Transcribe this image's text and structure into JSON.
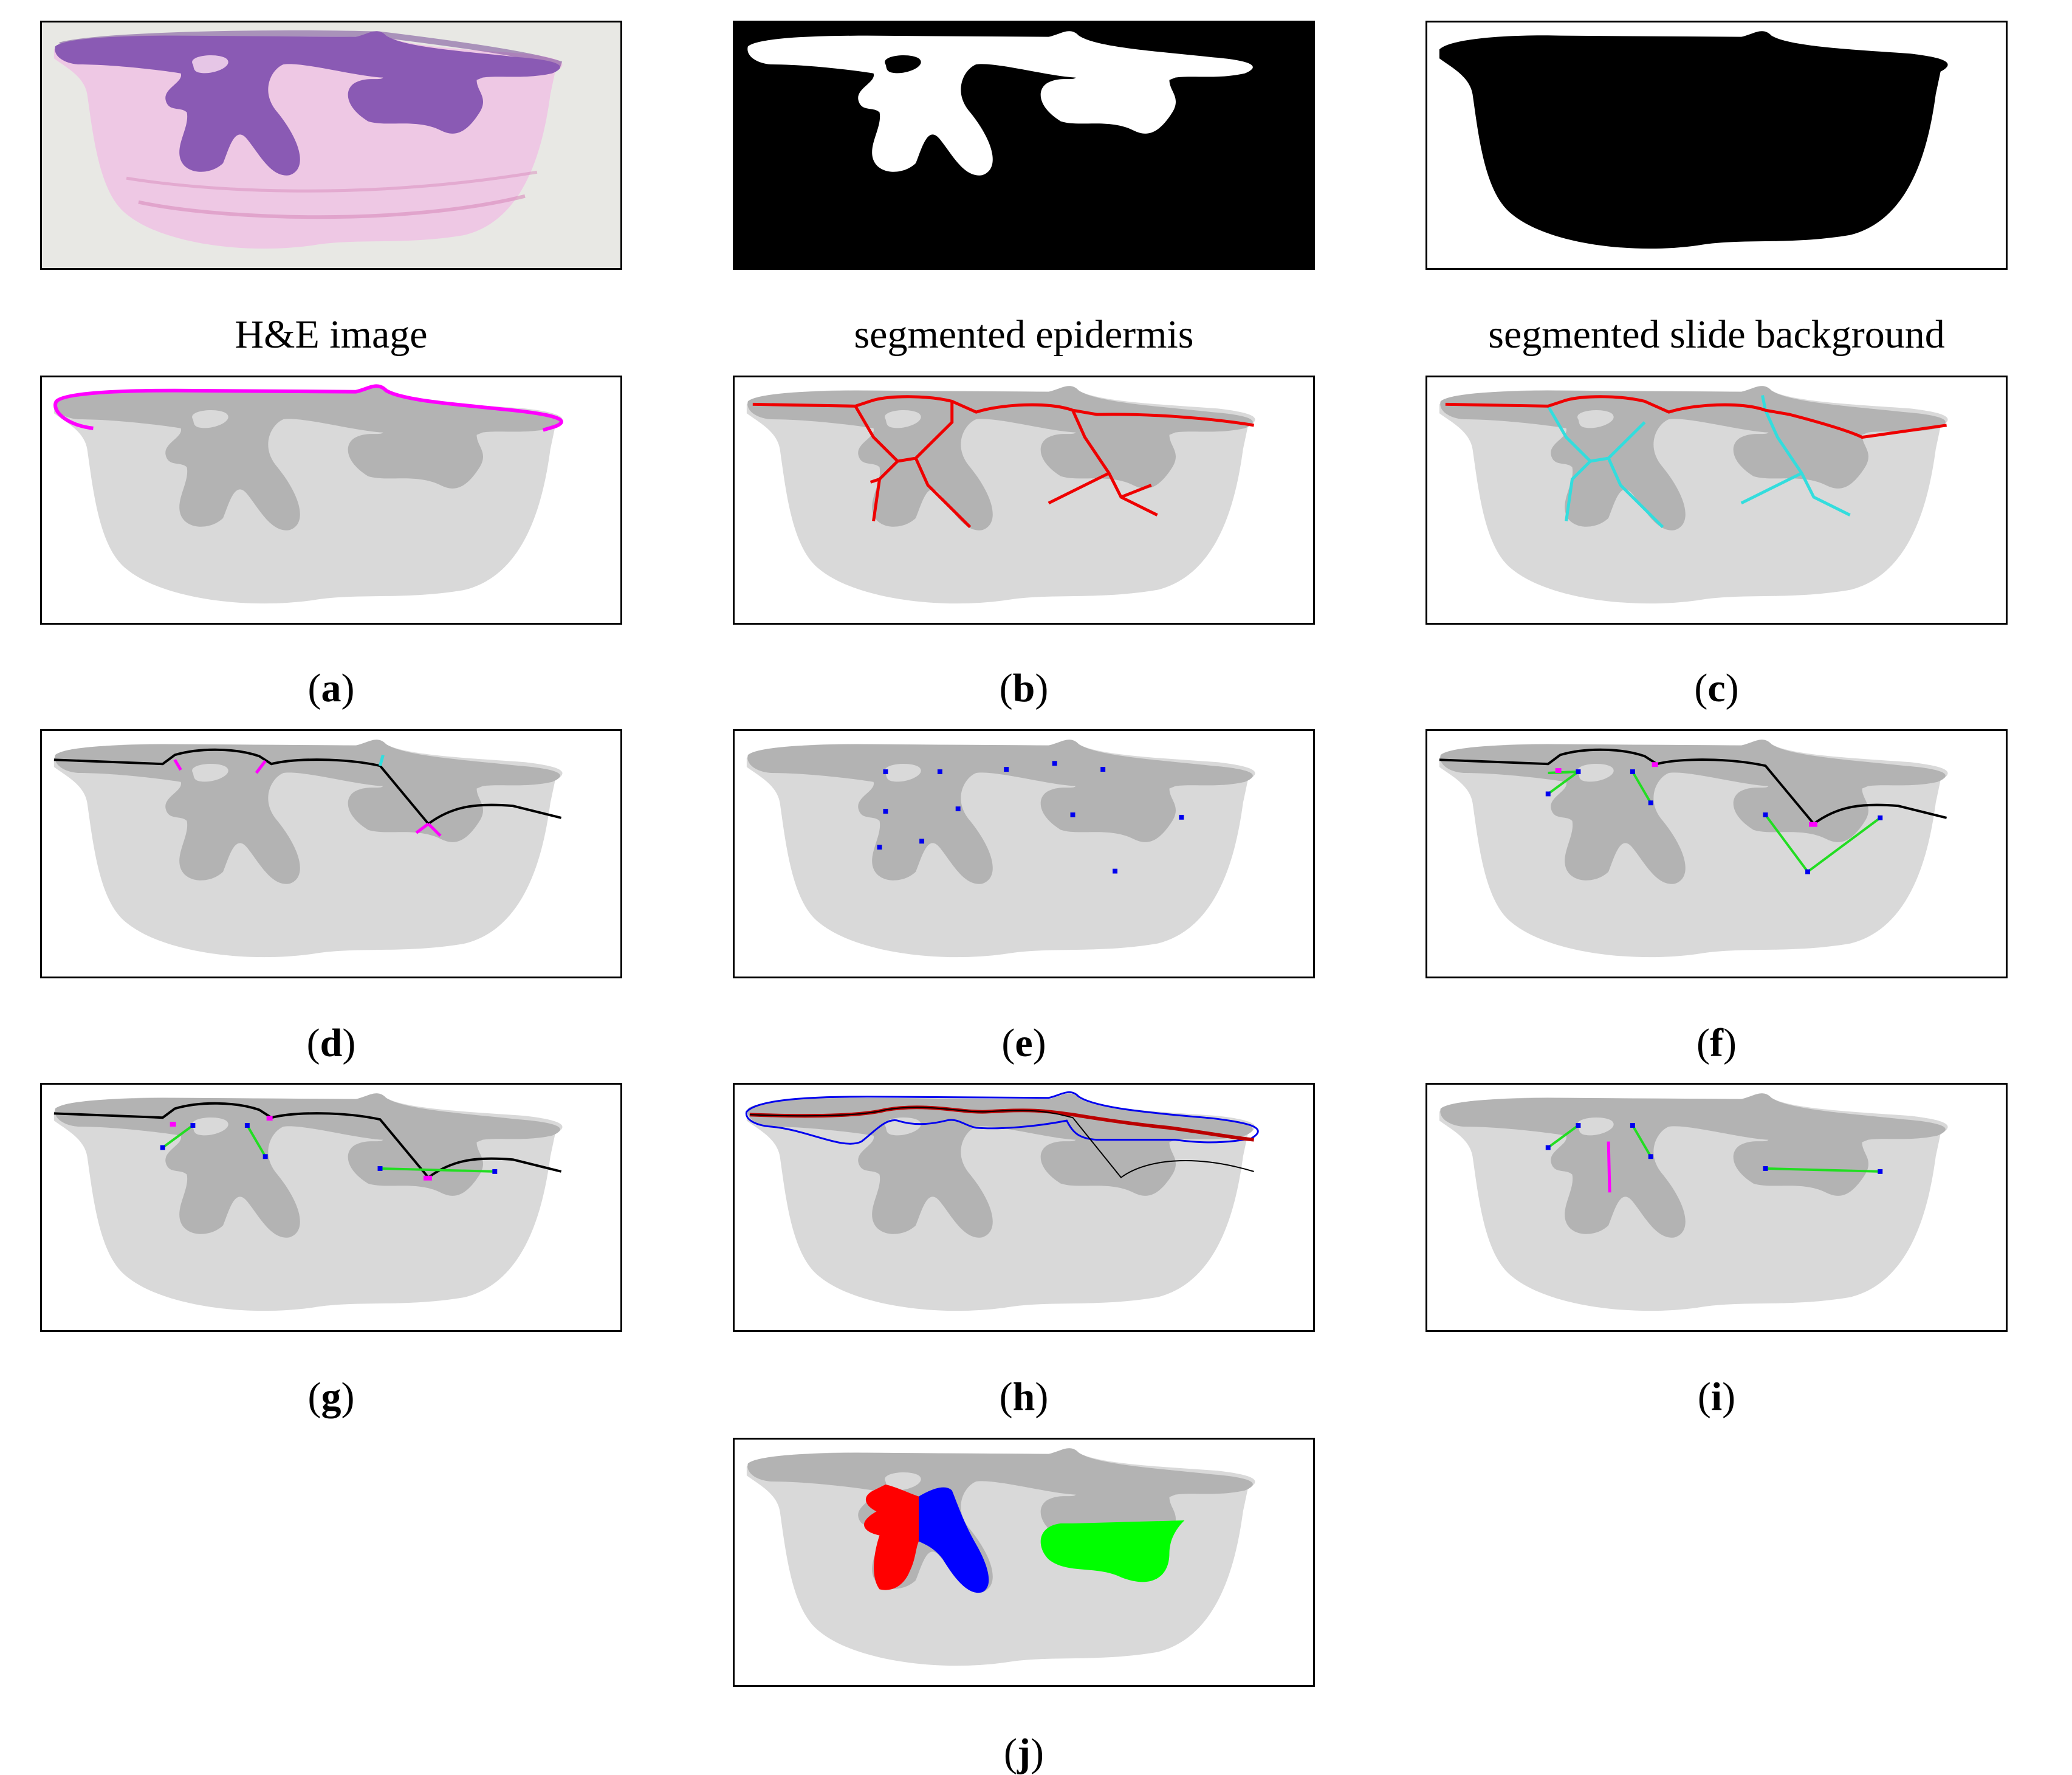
{
  "captions": {
    "he": "H&E image",
    "epi": "segmented epidermis",
    "bg": "segmented slide background",
    "a": "a",
    "b": "b",
    "c": "c",
    "d": "d",
    "e": "e",
    "f": "f",
    "g": "g",
    "h": "h",
    "i": "i",
    "j": "j"
  },
  "colors": {
    "tissue": "#d9d9d9",
    "epidermis": "#b3b3b3",
    "boundary": "#ff00ff",
    "skeleton": "#ee0000",
    "branch": "#33dddd",
    "path": "#000000",
    "point": "#0000ee",
    "link": "#22dd22",
    "region_left": "#ff0000",
    "region_mid": "#0000ff",
    "region_right": "#00ff00"
  }
}
